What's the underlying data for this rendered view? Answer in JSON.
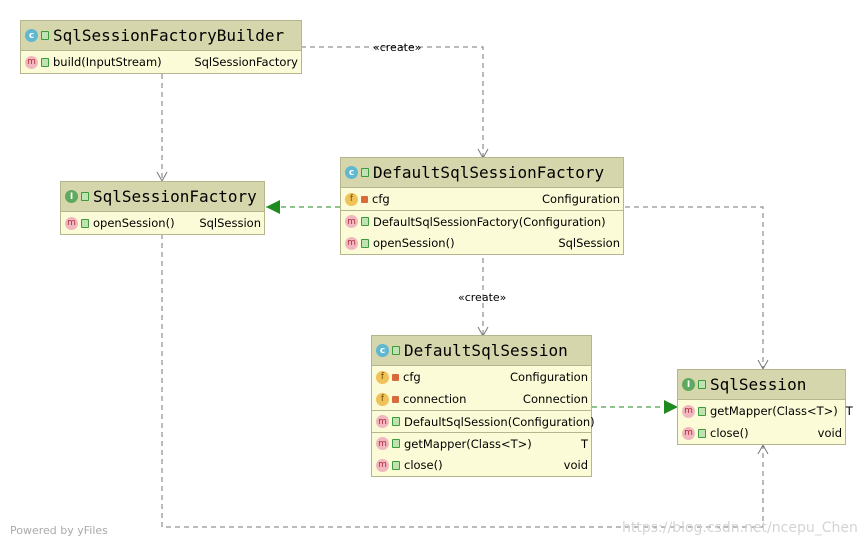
{
  "classes": {
    "builder": {
      "name": "SqlSessionFactoryBuilder",
      "members": [
        {
          "kind": "m",
          "name": "build(InputStream)",
          "type": "SqlSessionFactory"
        }
      ]
    },
    "factory_iface": {
      "name": "SqlSessionFactory",
      "members": [
        {
          "kind": "m",
          "name": "openSession()",
          "type": "SqlSession"
        }
      ]
    },
    "default_factory": {
      "name": "DefaultSqlSessionFactory",
      "members": [
        {
          "kind": "f",
          "name": "cfg",
          "type": "Configuration"
        },
        {
          "kind": "m",
          "name": "DefaultSqlSessionFactory(Configuration)",
          "type": ""
        },
        {
          "kind": "m",
          "name": "openSession()",
          "type": "SqlSession"
        }
      ]
    },
    "default_session": {
      "name": "DefaultSqlSession",
      "members": [
        {
          "kind": "f",
          "name": "cfg",
          "type": "Configuration"
        },
        {
          "kind": "f",
          "name": "connection",
          "type": "Connection"
        },
        {
          "kind": "m",
          "name": "DefaultSqlSession(Configuration)",
          "type": ""
        },
        {
          "kind": "m",
          "name": "getMapper(Class<T>)",
          "type": "T"
        },
        {
          "kind": "m",
          "name": "close()",
          "type": "void"
        }
      ]
    },
    "session_iface": {
      "name": "SqlSession",
      "members": [
        {
          "kind": "m",
          "name": "getMapper(Class<T>)",
          "type": "T"
        },
        {
          "kind": "m",
          "name": "close()",
          "type": "void"
        }
      ]
    }
  },
  "stereotypes": {
    "create_top": "«create»",
    "create_mid": "«create»"
  },
  "footer": {
    "left": "Powered by yFiles",
    "right": "https://blog.csdn.net/ncepu_Chen"
  },
  "colors": {
    "class_fill": "#fbfbd7",
    "class_header": "#d6d6ad",
    "dependency_line": "#777777",
    "realization_line": "#1f8a1f"
  }
}
